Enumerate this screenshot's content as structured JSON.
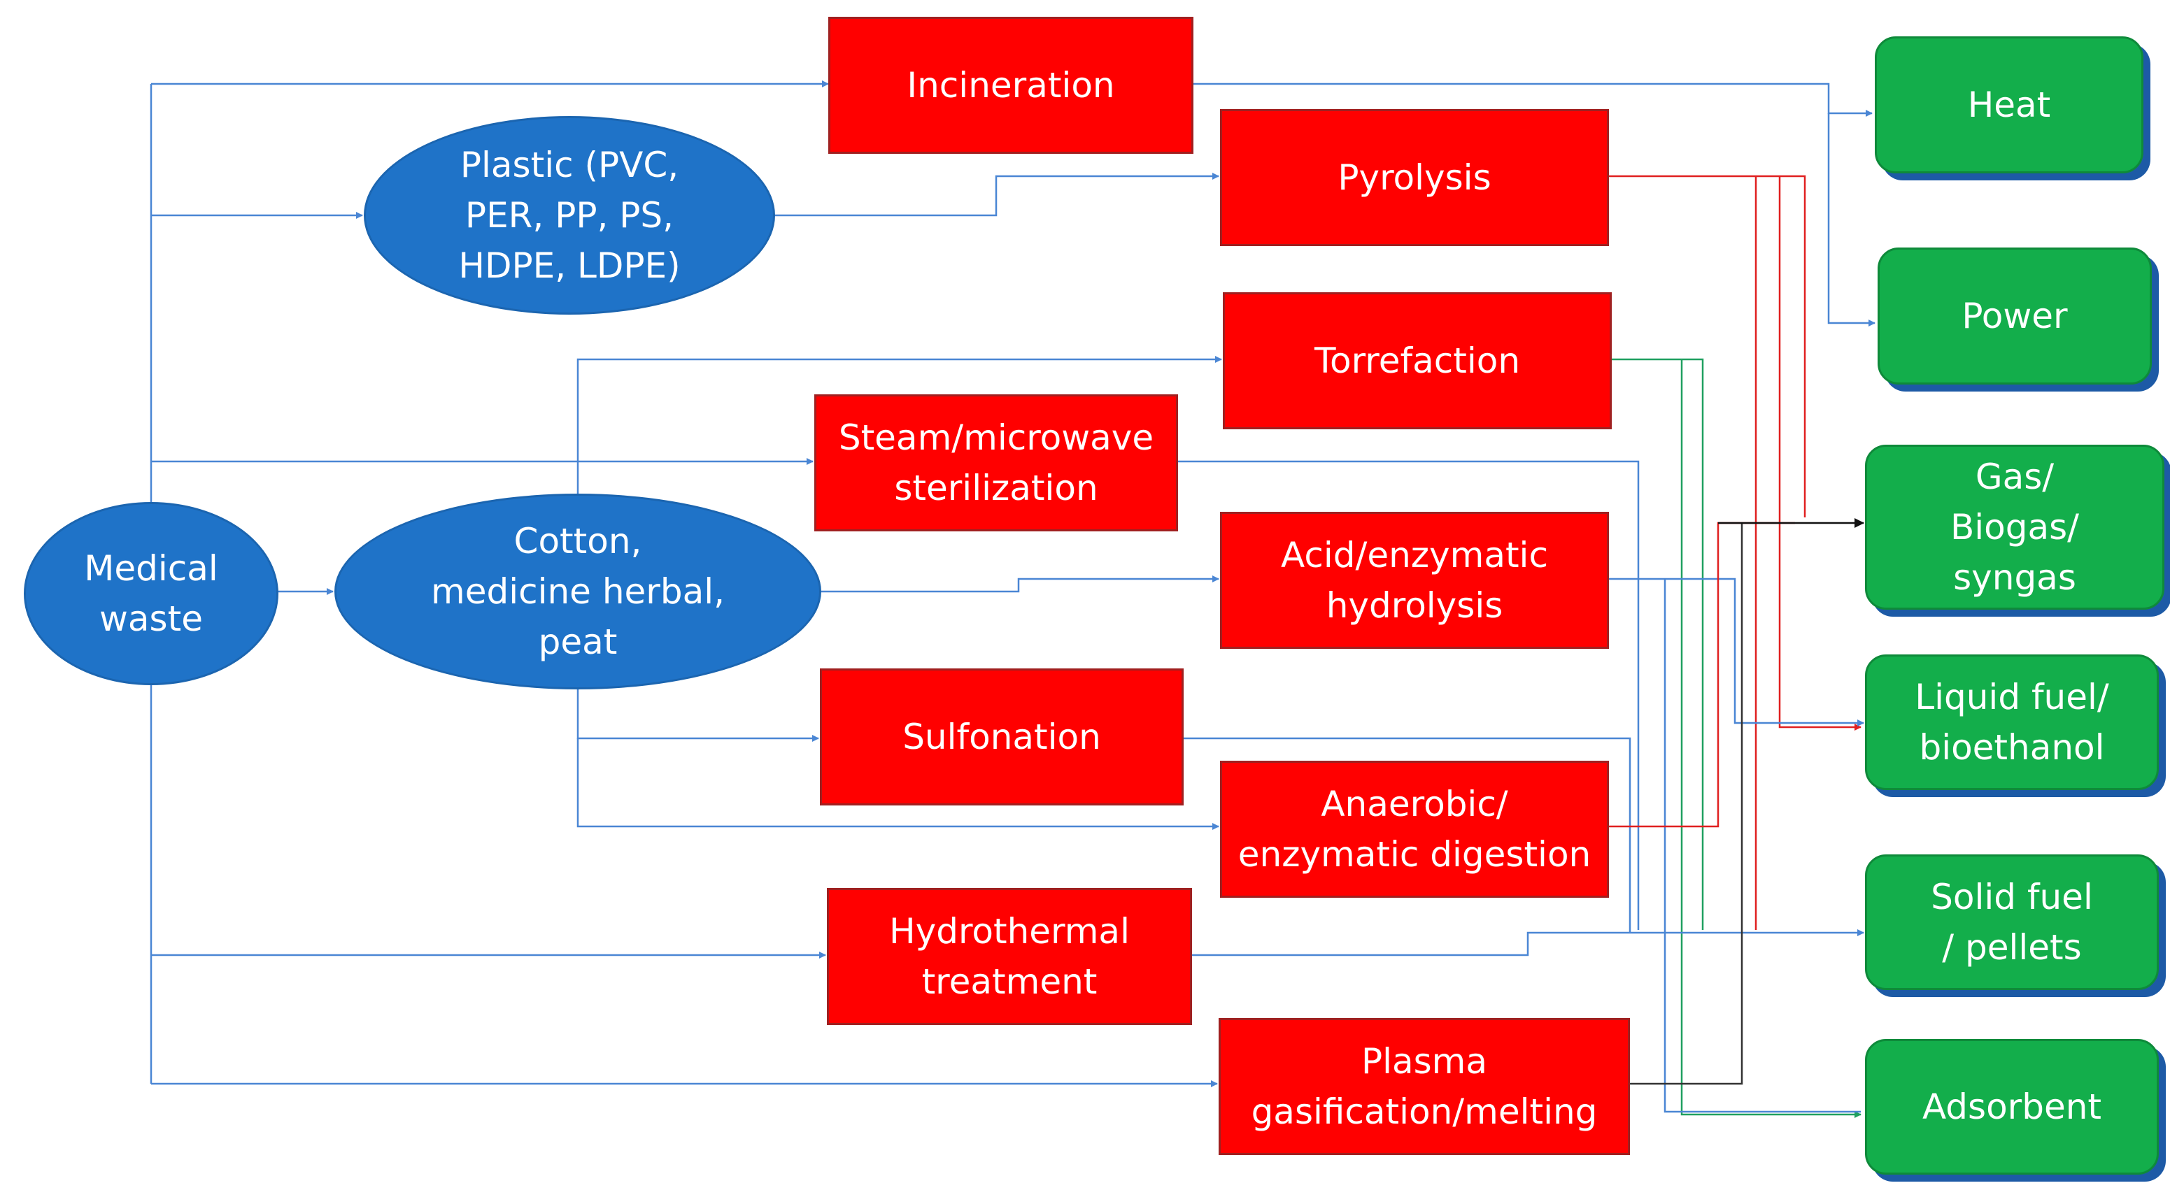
{
  "diagram": {
    "sources": {
      "medical_waste": "Medical\nwaste",
      "plastic": "Plastic  (PVC,\nPER, PP, PS,\nHDPE, LDPE)",
      "cotton": "Cotton,\nmedicine herbal,\npeat"
    },
    "processes": {
      "incineration": "Incineration",
      "pyrolysis": "Pyrolysis",
      "torrefaction": "Torrefaction",
      "steam_microwave": "Steam/microwave\nsterilization",
      "acid_enzymatic": "Acid/enzymatic\nhydrolysis",
      "sulfonation": "Sulfonation",
      "anaerobic": "Anaerobic/\nenzymatic digestion",
      "hydrothermal": "Hydrothermal\ntreatment",
      "plasma": "Plasma\ngasification/melting"
    },
    "products": {
      "heat": "Heat",
      "power": "Power",
      "gas": "Gas/\nBiogas/\nsyngas",
      "liquid": "Liquid fuel/\nbioethanol",
      "solid": "Solid fuel\n/ pellets",
      "adsorbent": "Adsorbent"
    },
    "colors": {
      "source_fill": "#1f73c8",
      "process_fill": "#ff0000",
      "product_fill": "#13ae4b",
      "product_shadow": "#1d5aa6",
      "arrow_blue": "#4a86d4",
      "arrow_red": "#e02020",
      "arrow_green": "#20a060",
      "arrow_black": "#333333"
    }
  }
}
